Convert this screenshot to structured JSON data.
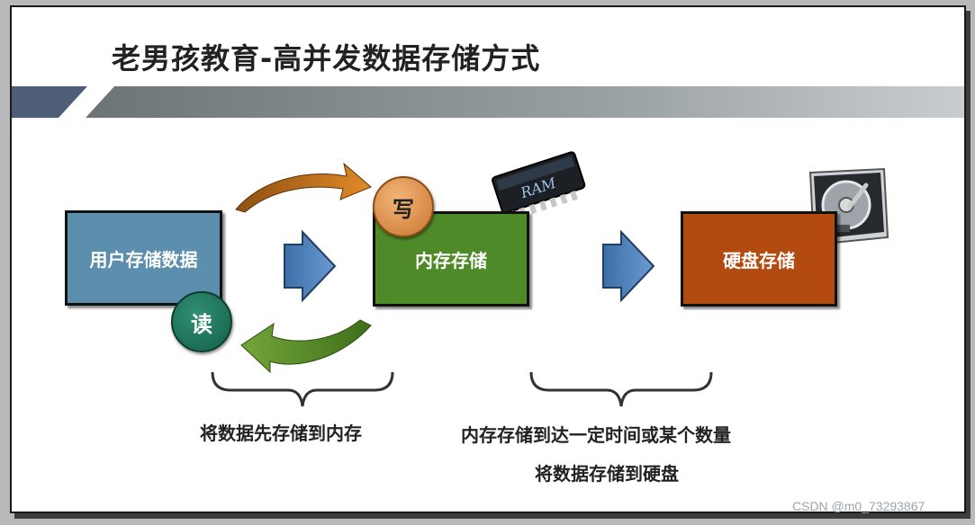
{
  "title": "老男孩教育-高并发数据存储方式",
  "boxes": {
    "user": "用户存储数据",
    "memory": "内存存储",
    "disk": "硬盘存储"
  },
  "badges": {
    "write": "写",
    "read": "读"
  },
  "chips": {
    "ram": "RAM"
  },
  "notes": {
    "left": "将数据先存储到内存",
    "right_line1": "内存存储到达一定时间或某个数量",
    "right_line2": "将数据存储到硬盘"
  },
  "watermark": "CSDN @m0_73293867",
  "colors": {
    "user_box": "#5b8fad",
    "memory_box": "#4f8a28",
    "disk_box": "#b34a10",
    "arrow_blue": "#4a7fbf",
    "arrow_orange": "#c9761c",
    "arrow_green": "#5a8f2a",
    "banner": "#8c9498"
  }
}
